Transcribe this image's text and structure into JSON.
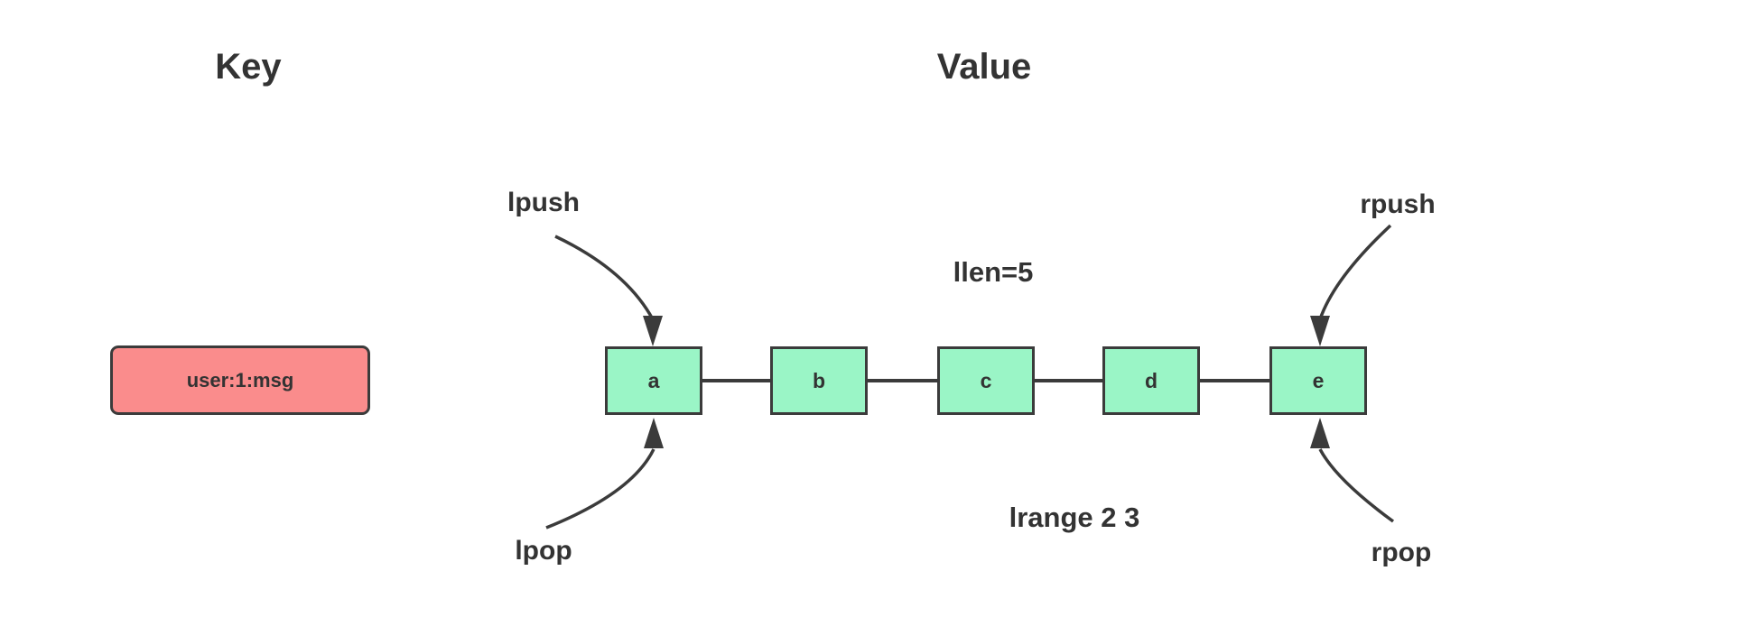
{
  "headers": {
    "key": "Key",
    "value": "Value"
  },
  "key_box": {
    "label": "user:1:msg"
  },
  "list": {
    "nodes": [
      {
        "label": "a"
      },
      {
        "label": "b"
      },
      {
        "label": "c"
      },
      {
        "label": "d"
      },
      {
        "label": "e"
      }
    ],
    "length_annotation": "llen=5",
    "range_annotation": "lrange 2 3"
  },
  "operations": {
    "lpush": "lpush",
    "lpop": "lpop",
    "rpush": "rpush",
    "rpop": "rpop"
  },
  "colors": {
    "key-fill": "#fa8c8c",
    "node-fill": "#9af5c6",
    "stroke": "#3b3b3b",
    "text": "#333333"
  }
}
